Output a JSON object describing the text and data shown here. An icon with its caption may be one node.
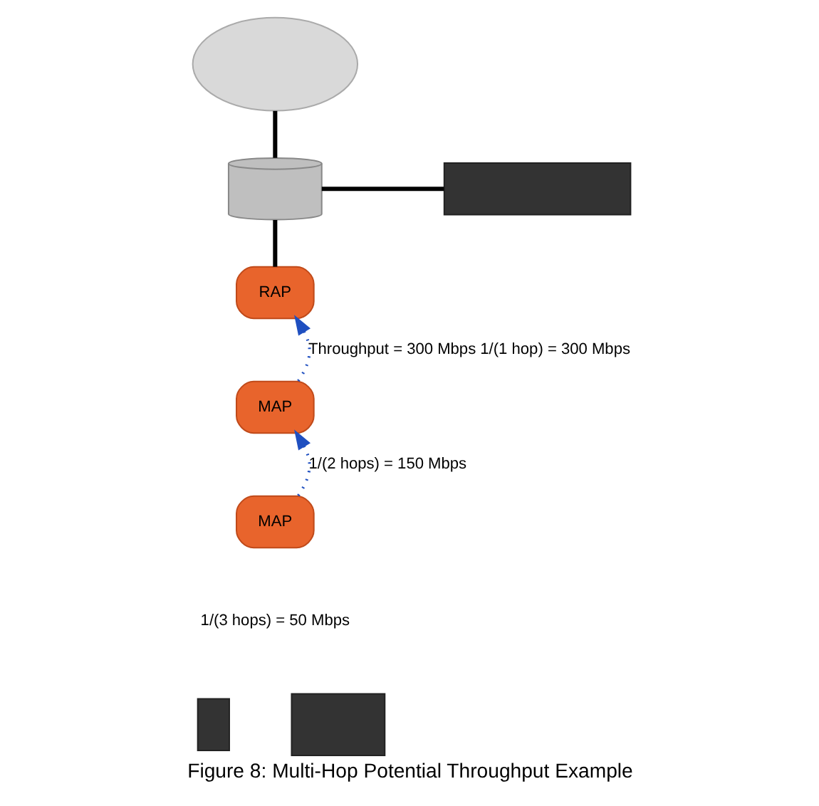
{
  "diagram": {
    "caption": "Figure 8: Multi-Hop Potential Throughput Example",
    "nodes": [
      {
        "text": [],
        "shape": "cloud"
      },
      {
        "text": [],
        "shape": "cylinder"
      },
      {
        "text": [],
        "shape": "box"
      },
      {
        "text": [
          "RAP"
        ]
      },
      {
        "text": [
          "MAP"
        ]
      },
      {
        "text": [
          "MAP"
        ]
      },
      {
        "text": [],
        "shape": "box"
      },
      {
        "text": [],
        "shape": "box"
      }
    ],
    "edges": [
      {
        "from": 0,
        "to": 1,
        "arrow": "none"
      },
      {
        "from": 1,
        "to": 2,
        "arrow": "none"
      },
      {
        "from": 1,
        "to": 3,
        "arrow": "none"
      },
      {
        "from": 4,
        "to": 3,
        "arrow": "to",
        "style": "dashed",
        "color": "#1f4fc0",
        "label": "Throughput = 300 Mbps 1/(1 hop) = 300 Mbps"
      },
      {
        "from": 5,
        "to": 4,
        "arrow": "to",
        "style": "dashed",
        "color": "#1f4fc0",
        "label": "1/(2 hops) = 150 Mbps"
      }
    ],
    "labels": [
      "1/(3 hops) = 50 Mbps"
    ]
  }
}
